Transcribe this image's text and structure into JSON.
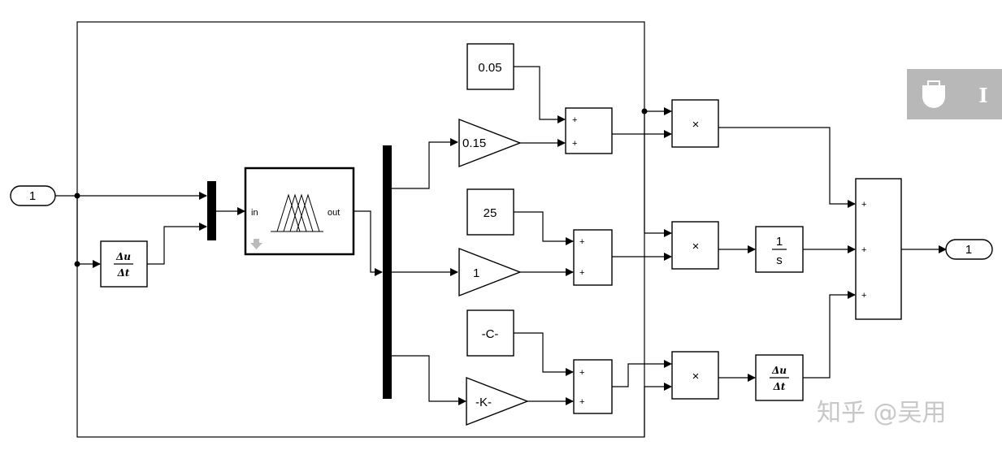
{
  "ports": {
    "in1": "1",
    "out1": "1"
  },
  "fuzzy": {
    "in_label": "in",
    "out_label": "out"
  },
  "derivative": {
    "num": "Δu",
    "den": "Δt"
  },
  "integrator": {
    "num": "1",
    "den": "s"
  },
  "constants": {
    "c1": "0.05",
    "c2": "25",
    "c3": "-C-"
  },
  "gains": {
    "g1": "0.15",
    "g2": "1",
    "g3": "-K-"
  },
  "signs": {
    "plus": "+"
  },
  "product": "×",
  "watermark": "知乎 @吴用",
  "toolbar": {
    "text_tool": "I"
  }
}
